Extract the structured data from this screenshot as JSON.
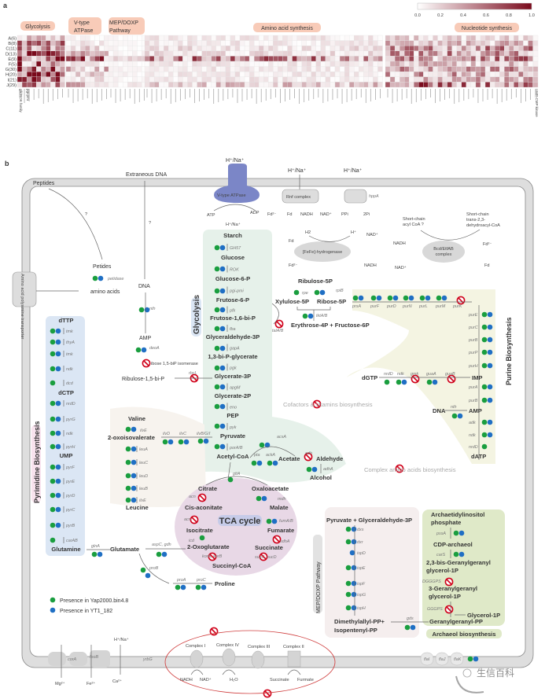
{
  "panel_a": {
    "label": "a",
    "colorbar": {
      "ticks": [
        "0.0",
        "0.2",
        "0.4",
        "0.6",
        "0.8",
        "1.0"
      ],
      "low_color": "#ffffff",
      "high_color": "#7a0a1c"
    },
    "group_headers": [
      "Glycolysis",
      "V-type ATPase",
      "MEP/DOXP Pathway",
      "Amino acid synthesis",
      "Nucleotide synthesis"
    ],
    "row_labels": [
      "A(6)",
      "B(8)",
      "C(11)",
      "D(13)",
      "E(9)",
      "F(5)",
      "G(30)",
      "H(20)",
      "I(21)",
      "J(29)"
    ],
    "column_labels_legible": [
      "glk/ROK family",
      "pgi-pmi",
      "UMP-CMP kinase"
    ],
    "approx_group_row_levels": [
      [
        0.3,
        0.5,
        0.6,
        0.7,
        0.8,
        0.75,
        0.85,
        0.75,
        0.7,
        0.6
      ],
      [
        0.05,
        0.1,
        0.3,
        0.3,
        0.6,
        0.1,
        0.3,
        0.2,
        0.15,
        0.3
      ],
      [
        0.03,
        0.03,
        0.05,
        0.05,
        0.15,
        0.03,
        0.05,
        0.05,
        0.05,
        0.1
      ],
      [
        0.1,
        0.1,
        0.15,
        0.15,
        0.55,
        0.1,
        0.1,
        0.1,
        0.1,
        0.25
      ],
      [
        0.2,
        0.3,
        0.45,
        0.45,
        0.5,
        0.3,
        0.4,
        0.4,
        0.35,
        0.6
      ],
      [
        0.1,
        0.1,
        0.2,
        0.3,
        0.4,
        0.1,
        0.3,
        0.3,
        0.2,
        0.3
      ]
    ]
  },
  "panel_b": {
    "label": "b",
    "colors": {
      "yap2000": "#1a9e3f",
      "yt1": "#1f6fc4",
      "absent": "#d0021b",
      "vtype": "#7b86c7"
    },
    "outside": {
      "peptides": "Peptides",
      "extraneous_dna": "Extraneous DNA",
      "q1": "?",
      "q2": "?"
    },
    "membrane": {
      "vtype": "V-type ATPase",
      "hna": "H⁺/Na⁺",
      "atp": "ATP",
      "adp": "ADP",
      "hna_in": "H⁺/Na⁺",
      "rnf": "Rnf complex",
      "rnf_hna": "H⁺/Na⁺",
      "fd2": "Fd²⁻",
      "fd": "Fd",
      "nadh": "NADH",
      "nad": "NAD⁺",
      "hppa": "hppA",
      "ppi_hna": "H⁺/Na⁺",
      "ppi": "PPi",
      "pi2": "2Pi",
      "transporter": "Amino acid polyamine transporter"
    },
    "hydrogenase": {
      "name": "[FeFe]-hydrogenase",
      "h2": "H2",
      "h": "H⁺",
      "fd": "Fd",
      "fd2": "Fd²⁻",
      "nad": "NAD⁺",
      "nadh": "NADH"
    },
    "bcd": {
      "name1": "Bcd/EtfAB",
      "name2": "complex",
      "sub1": "Short-chain",
      "sub2": "acyl CoA ?",
      "prod1": "Short-chain",
      "prod2": "trans-2,3-",
      "prod3": "dehydroacyl-CoA",
      "nadh": "NADH",
      "nad": "NAD⁺",
      "fd2": "Fd²⁻",
      "fd": "Fd"
    },
    "peptide_path": {
      "petides": "Petides",
      "petidase": "petidase",
      "amino_acids": "amino acids"
    },
    "dna_path": {
      "dna": "DNA",
      "nth": "nth",
      "amp": "AMP",
      "deoA": "deoA",
      "isomerase": "ibose 1,5-biP isomerase",
      "ribulose": "Ribulose-1,5-bi-P",
      "rbcl": "rbcL"
    },
    "glycolysis": {
      "title": "Glycolysis",
      "metabolites": [
        "Starch",
        "Glucose",
        "Glucose-6-P",
        "Frutose-6-P",
        "Frutose-1,6-bi-P",
        "Glyceraldehyde-3P",
        "1,3-bi-P-glycerate",
        "Glycerate-3P",
        "Glycerate-2P",
        "PEP",
        "Pyruvate",
        "Acetyl-CoA"
      ],
      "enzymes": [
        "GH57",
        "ROK",
        "pgi-pmi",
        "pfk",
        "fba",
        "gapA",
        "pgk",
        "apgM",
        "eno",
        "pyk",
        "porA/B"
      ]
    },
    "pentose": {
      "ribulose5p": "Ribulose-5P",
      "xylulose5p": "Xylulose-5P",
      "ribose5p": "Ribose-5P",
      "rpe": "rpe",
      "rpiB": "rpiB",
      "tkt": "tktA/B",
      "ery": "Erythrose-4P + Fructose-6P",
      "tal": "talA/B"
    },
    "purine": {
      "title": "Purine Biosynthesis",
      "top_enzymes": [
        "prsA",
        "purF",
        "purD",
        "purN",
        "purL",
        "purM",
        "purK"
      ],
      "col_enzymes": [
        "purE",
        "purC",
        "purB",
        "purP",
        "purH"
      ],
      "imp": "IMP",
      "dgtp": "dGTP",
      "gtp_enzymes": [
        "nrdD",
        "ndk",
        "gmk",
        "guaA",
        "guaB"
      ],
      "lower_enzymes": [
        "purA",
        "purB"
      ],
      "dna": "DNA",
      "nth": "nth",
      "amp": "AMP",
      "atp_enzymes": [
        "adk",
        "ndk",
        "nrdD"
      ],
      "datp": "dATP"
    },
    "cofactors": "Cofactors & vitamins biosynthesis",
    "complex_aa": "Complex amino acids biosynthesis",
    "pyrimidine": {
      "title": "Pyrimidine Biosynthesis",
      "dttp": "dTTP",
      "dctp": "dCTP",
      "ump": "UMP",
      "glutamine": "Glutamine",
      "enzymes": [
        "tmk",
        "thyA",
        "tmk",
        "ndk",
        "dcd",
        "nrdD",
        "pyrG",
        "ndk",
        "pyrH",
        "pyrF",
        "pyrE",
        "pyrD",
        "pyrC",
        "pyrB",
        "carAB"
      ]
    },
    "bcaa": {
      "valine": "Valine",
      "ilvE": "ilvE",
      "oxo": "2-oxoisovalerate",
      "ilvD": "ilvD",
      "ilvC": "ilvC",
      "ilvBGI": "ilvB/G/I",
      "leu": [
        "leuA",
        "leuC",
        "leuD",
        "leuB",
        "ilvE"
      ],
      "leucine": "Leucine"
    },
    "acetate": {
      "acsA": "acsA",
      "pta": "pta",
      "ackA": "ackA",
      "acetate": "Acetate",
      "aldehyde": "Aldehyde",
      "adh": "adh",
      "adhA": "adhA",
      "alcohol": "Alcohol"
    },
    "tca": {
      "title": "TCA cycle",
      "gltA": "gltA",
      "citrate": "Citrate",
      "oxaloacetate": "Oxaloacetate",
      "mdh": "mdh",
      "malate": "Malate",
      "acn1": "acn",
      "cis": "Cis-aconitate",
      "acn2": "acn",
      "fum": "fumA/B",
      "isocitrate": "Isocitrate",
      "fumarate": "Fumarate",
      "icd": "icd",
      "sdhA": "sdhA",
      "oxog": "2-Oxoglutarate",
      "succinate": "Succinate",
      "kor": "korA, korB",
      "suc": "sucC, sucD",
      "succoa": "Succinyl-CoA"
    },
    "glutamate": {
      "glnA": "glnA",
      "glutamate": "Glutamate",
      "aspC": "aspC, gdh",
      "proB": "proB",
      "proA": "proA",
      "proC": "proC",
      "proline": "Proline"
    },
    "legend": [
      {
        "label": "Presence in Yap2000.bin4.8",
        "color": "#1a9e3f"
      },
      {
        "label": "Presence in YT1_182",
        "color": "#1f6fc4"
      }
    ],
    "mep": {
      "title": "MEP/DOXP Pathway",
      "start": "Pyruvate + Glyceraldehyde-3P",
      "enzymes": [
        "dxs",
        "dxr",
        "ispD",
        "ispE",
        "ispF",
        "ispG",
        "ispH"
      ],
      "end1": "Dimethylallyl-PP+",
      "end2": "Isopentenyl-PP",
      "gds": "gds"
    },
    "archaeol": {
      "title": "Archaeol biosynthesis",
      "aip1": "Archaetidylinositol",
      "aip2": "phosphate",
      "pssA": "pssA",
      "cdp": "CDP-archaeol",
      "carS": "carS",
      "bis1": "2,3-bis-Geranylgeranyl",
      "bis2": "glycerol-1P",
      "dgggps": "DGGGPS",
      "gg1": "3-Geranylgeranyl",
      "gg2": "glycerol-1P",
      "gggps": "GGGPS",
      "g1p": "Glycerol-1P",
      "ggpp": "Geranylgeranyl-PP"
    },
    "bottom": {
      "mg": "Mg²⁺",
      "corA": "corA",
      "fe": "Fe²⁺",
      "feoB": "feoB",
      "ca": "Ca²⁺",
      "hna": "H⁺/Na⁺",
      "yrbG": "yrbG",
      "c1": "Complex I",
      "c4": "Complex IV",
      "c3": "Complex III",
      "c2": "Complex II",
      "nadh": "NADH",
      "nad": "NAD⁺",
      "h2o": "H₂O",
      "succ": "Succinate",
      "furm": "Furmate",
      "flaI": "flaI",
      "flaJ": "flaJ",
      "flaK": "flaK"
    },
    "watermark": "生信百科"
  }
}
